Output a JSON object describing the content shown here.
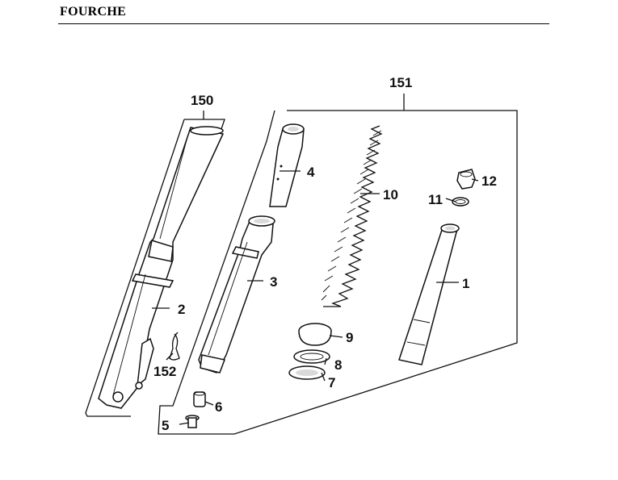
{
  "header": {
    "title": "FOURCHE"
  },
  "callouts": {
    "c150": "150",
    "c151": "151",
    "c1": "1",
    "c2": "2",
    "c3": "3",
    "c4": "4",
    "c5": "5",
    "c6": "6",
    "c7": "7",
    "c8": "8",
    "c9": "9",
    "c10": "10",
    "c11": "11",
    "c12": "12",
    "c152": "152"
  }
}
